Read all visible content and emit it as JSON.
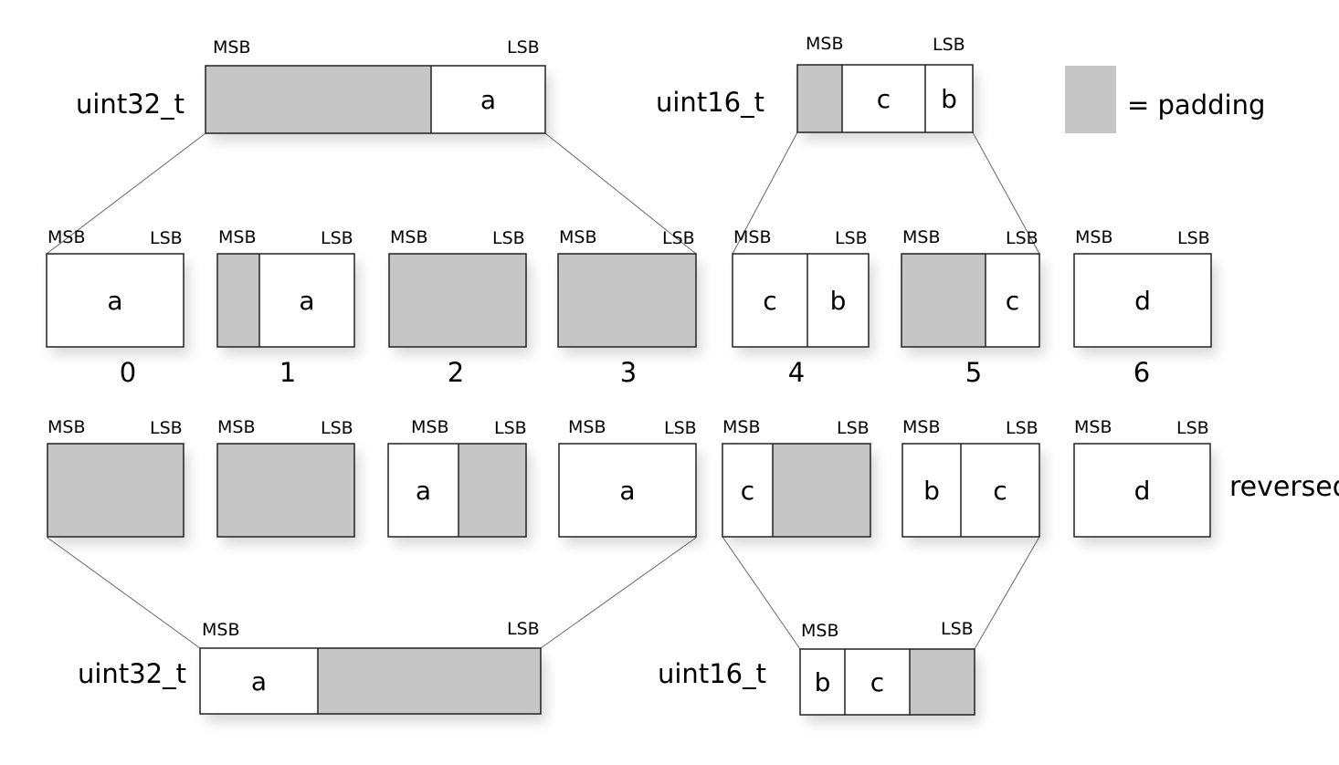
{
  "legend": {
    "label": "= padding",
    "padding_color": "#c6c6c6"
  },
  "labels": {
    "msb": "MSB",
    "lsb": "LSB",
    "reversed": "reversed"
  },
  "top_words": {
    "u32": {
      "type": "uint32_t",
      "cells": [
        "",
        "a"
      ]
    },
    "u16": {
      "type": "uint16_t",
      "cells": [
        "",
        "c",
        "b"
      ]
    }
  },
  "bottom_words": {
    "u32": {
      "type": "uint32_t",
      "cells": [
        "a",
        ""
      ]
    },
    "u16": {
      "type": "uint16_t",
      "cells": [
        "b",
        "c",
        ""
      ]
    }
  },
  "bytes_row": {
    "indices": [
      "0",
      "1",
      "2",
      "3",
      "4",
      "5",
      "6"
    ],
    "cells": [
      [
        "a"
      ],
      [
        "",
        "a"
      ],
      [
        ""
      ],
      [
        ""
      ],
      [
        "c",
        "b"
      ],
      [
        "",
        "c"
      ],
      [
        "d"
      ]
    ]
  },
  "reversed_row": {
    "cells": [
      [
        ""
      ],
      [
        ""
      ],
      [
        "a",
        ""
      ],
      [
        "a"
      ],
      [
        "c",
        ""
      ],
      [
        "b",
        "c"
      ],
      [
        "d"
      ]
    ]
  },
  "colors": {
    "padding": "#c6c6c6",
    "cell": "#ffffff",
    "stroke": "#222222",
    "shadow": "#d9d9d9",
    "connector": "#666666"
  }
}
